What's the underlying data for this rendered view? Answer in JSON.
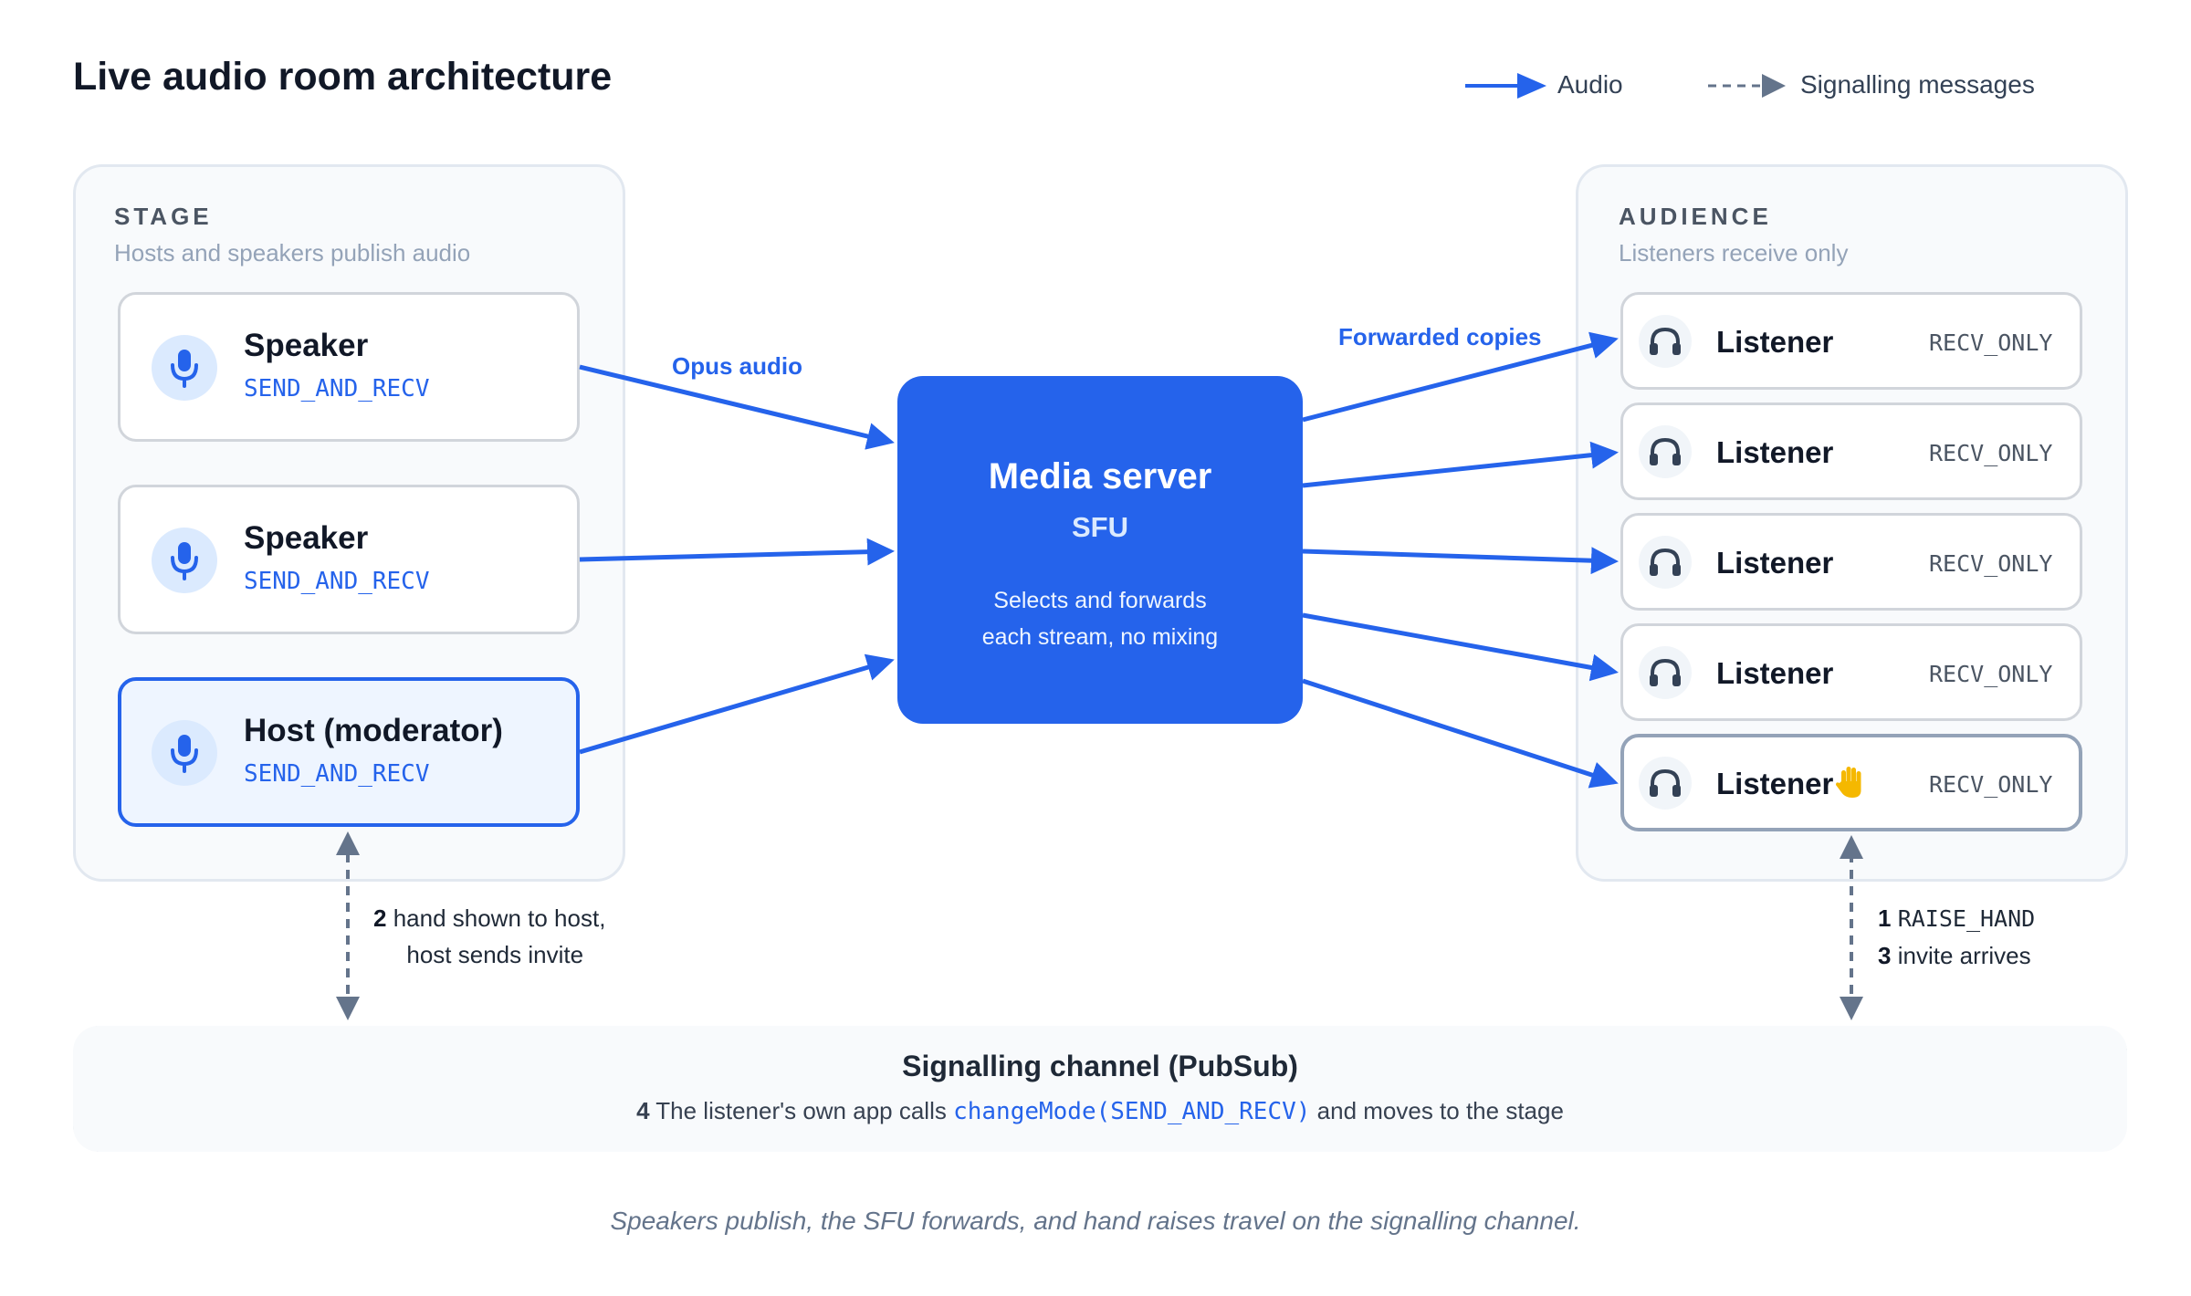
{
  "title": "Live audio room architecture",
  "legend": {
    "audio": "Audio",
    "signalling": "Signalling messages"
  },
  "stage": {
    "title": "STAGE",
    "subtitle": "Hosts and speakers publish audio",
    "cards": [
      {
        "name": "Speaker",
        "mode": "SEND_AND_RECV",
        "icon": "microphone-icon"
      },
      {
        "name": "Speaker",
        "mode": "SEND_AND_RECV",
        "icon": "microphone-icon"
      },
      {
        "name": "Host (moderator)",
        "mode": "SEND_AND_RECV",
        "icon": "microphone-icon"
      }
    ]
  },
  "audience": {
    "title": "AUDIENCE",
    "subtitle": "Listeners receive only",
    "cards": [
      {
        "name": "Listener",
        "mode": "RECV_ONLY",
        "icon": "headphones-icon"
      },
      {
        "name": "Listener",
        "mode": "RECV_ONLY",
        "icon": "headphones-icon"
      },
      {
        "name": "Listener",
        "mode": "RECV_ONLY",
        "icon": "headphones-icon"
      },
      {
        "name": "Listener",
        "mode": "RECV_ONLY",
        "icon": "headphones-icon"
      },
      {
        "name": "Listener",
        "mode": "RECV_ONLY",
        "icon": "headphones-icon",
        "badge": "✋"
      }
    ]
  },
  "server": {
    "title": "Media server",
    "subtitle": "SFU",
    "line1": "Selects and forwards",
    "line2": "each stream, no mixing"
  },
  "flow_labels": {
    "in": "Opus audio",
    "out": "Forwarded copies"
  },
  "notes": {
    "host_step": "2",
    "host_line1": "hand shown to host,",
    "host_line2": "host sends invite",
    "listener_step1": "1",
    "listener_msg1": "RAISE_HAND",
    "listener_step3": "3",
    "listener_msg3": "invite arrives"
  },
  "signalling": {
    "title": "Signalling channel (PubSub)",
    "step": "4",
    "text_before": " The listener's own app calls ",
    "code": "changeMode(SEND_AND_RECV)",
    "text_after": " and moves to the stage"
  },
  "caption": "Speakers publish, the SFU forwards, and hand raises travel on the signalling channel.",
  "colors": {
    "accent": "#2563eb",
    "signal": "#64748b",
    "panel": "#f8fafc",
    "border": "#e2e8f0"
  }
}
